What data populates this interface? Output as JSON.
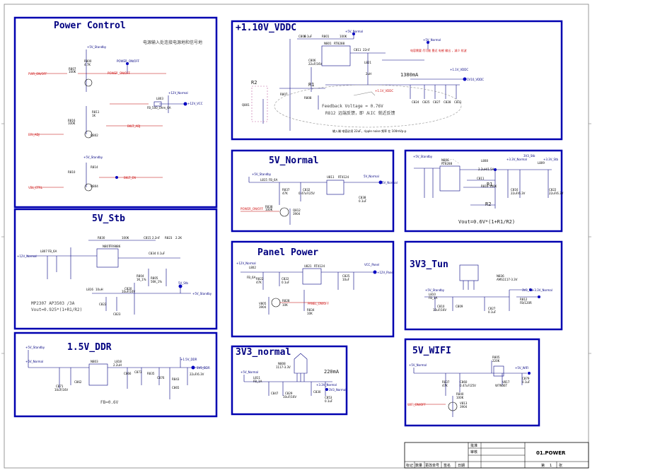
{
  "blocks": {
    "power_control": {
      "title": "Power Control",
      "note_cn": "电源输入处连接电源地和信号地",
      "nets": [
        "+5V_Standby",
        "POWER_ON/OFF",
        "+12V_Normal",
        "+12V_VCC",
        "BKLT_ADJ",
        "BKLT_EN"
      ],
      "inputs": [
        "PWR_ON/OFF",
        "BRI_ADJ",
        "VBL_CTRL"
      ],
      "parts": [
        "R800",
        "4.7K",
        "R807",
        "100K",
        "Q800",
        "R808",
        "R809",
        "C805",
        "L803",
        "FB_500_Ohm_6A",
        "C810",
        "R811",
        "1K",
        "R816",
        "100K",
        "R812",
        "Q802",
        "R814",
        "R810",
        "Q804"
      ]
    },
    "vddc": {
      "title": "+1.10V_VDDC",
      "nets": [
        "+5V_Normal",
        "+1.1V_VDDC",
        "1V10_VDDC"
      ],
      "parts": [
        "C808",
        "0.1uF",
        "R801",
        "100K",
        "N801",
        "RT8288",
        "C806",
        "22uF/16V",
        "C811",
        "22nF",
        "L821",
        "2uH",
        "R802",
        "R804",
        "R806",
        "R807",
        "R808",
        "Q801",
        "C824",
        "C825",
        "C827",
        "C828",
        "C831"
      ],
      "current": "1380mA",
      "feedback_note": "Feedback Voltage = 0.76V",
      "note_r2": "R812 远端反馈，即 从IC 就近反馈",
      "note_bottom": "输入端 电容必须 22uF，ripple noise 频率 在 100mVp-p",
      "note_red": "电容需要 尽可能 靠近 电感 输出 ，减少 纹波",
      "r1": "R1",
      "r2": "R2"
    },
    "v5_normal": {
      "title": "5V_Normal",
      "nets": [
        "+5V_Standby",
        "5V_Normal",
        "POWER_ON/OFF"
      ],
      "parts": [
        "L815",
        "FB_6A",
        "U811",
        "RT4124",
        "R837",
        "47K",
        "C832",
        "0.47uF/25V",
        "R838",
        "100K",
        "R810",
        "Q812",
        "3904",
        "C838",
        "0.1uF"
      ]
    },
    "v5_stb": {
      "title": "5V_Stb",
      "nets": [
        "+12V_Normal",
        "+5V_Standby",
        "5V_Stb"
      ],
      "parts": [
        "L807",
        "FB_6A",
        "N807",
        "FR9886",
        "R830",
        "100K",
        "C815",
        "2.2nF",
        "R823",
        "2.2K",
        "C834",
        "0.1uF",
        "L816",
        "10uH",
        "R804",
        "1K_1%",
        "R805",
        "56K_1%",
        "C820",
        "10uF/16V",
        "C821",
        "C822",
        "C823"
      ],
      "note1": "MP2307 AP3503 /3A",
      "note2": "Vout=0.925*(1+R1/R2)"
    },
    "panel_power": {
      "title": "Panel Power",
      "nets": [
        "+12V_Normal",
        "VCC_Panel",
        "+12V_Panel",
        "PANEL_ON/OFF"
      ],
      "parts": [
        "L802",
        "FB_6A",
        "U821",
        "RT4124",
        "R822",
        "47K",
        "C822",
        "0.1uF",
        "C825",
        "10uF",
        "R828",
        "10K",
        "R834",
        "10K",
        "V805",
        "3904"
      ]
    },
    "v3v3_tun": {
      "title": "3V3_Tun",
      "nets": [
        "+5V_Standby",
        "3V3_TU",
        "+3.3V_Normal"
      ],
      "parts": [
        "N836",
        "AMS1117-3.3V",
        "L810",
        "FB_1A",
        "C810",
        "10uF/16V",
        "C809",
        "C827",
        "0.1uF",
        "R812",
        "FB/120R"
      ]
    },
    "v1v5_ddr": {
      "title": "1.5V_DDR",
      "nets": [
        "+5V_Standby",
        "+5V_Normal",
        "+1.5V_DDR",
        "1V5_DDR"
      ],
      "parts": [
        "N803",
        "L818",
        "2.2uH",
        "C871",
        "10uF/16V",
        "C862",
        "C866",
        "C873",
        "C876",
        "R835",
        "R843",
        "C865",
        "22uF/6.3V"
      ],
      "note": "FB=0.6V"
    },
    "v3v3_normal": {
      "title": "3V3_normal",
      "nets": [
        "+5V_Normal",
        "+3.3V_Normal",
        "3V3_Normal"
      ],
      "parts": [
        "N808",
        "1117-3.3V",
        "L811",
        "FB_1A",
        "C847",
        "C829",
        "10uF/16V",
        "C830",
        "C853",
        "0.1uF"
      ],
      "current": "220mA"
    },
    "v3_stb_box": {
      "nets": [
        "+5V_Standby",
        "+3.3V_Normal",
        "3V3_Stb",
        "+3.3V_Stb"
      ],
      "parts": [
        "N806",
        "RT8288",
        "L808",
        "2.2uH/1.5A",
        "C811",
        "C816",
        "22uF/6.3V",
        "R816",
        "100K",
        "C822",
        "22uF/6.3V",
        "L809"
      ],
      "r1": "R1",
      "r2": "R2",
      "formula": "Vout=0.6V*(1+R1/R2)"
    },
    "v5_wifi": {
      "title": "5V_WIFI",
      "nets": [
        "+5V_Normal",
        "+5V_WIFI",
        "WIFI_ON/OFF"
      ],
      "parts": [
        "R805",
        "220K",
        "R837",
        "47K",
        "C860",
        "0.47uF/25V",
        "R840",
        "100K",
        "V817",
        "W7N06T",
        "V813",
        "3904",
        "C879",
        "0.1uF"
      ]
    }
  },
  "title_block": {
    "rows": [
      "批准",
      "审核"
    ],
    "bottom_labels": [
      "标记",
      "数量",
      "更改单号",
      "签名",
      "日期"
    ],
    "sheet_title": "01.POWER",
    "sheet_label": "第",
    "sheet_no": "1",
    "sheet_unit": "张"
  }
}
